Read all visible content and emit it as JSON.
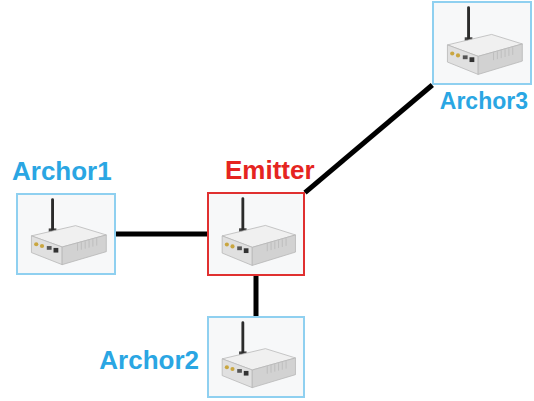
{
  "diagram": {
    "nodes": [
      {
        "text": [
          "Archor3"
        ]
      },
      {
        "text": [
          "Archor1"
        ]
      },
      {
        "text": [
          "Emitter"
        ]
      },
      {
        "text": [
          "Archor2"
        ]
      }
    ],
    "edges": [
      {
        "from": 1,
        "to": 2,
        "arrow": "none"
      },
      {
        "from": 2,
        "to": 3,
        "arrow": "none"
      },
      {
        "from": 2,
        "to": 0,
        "arrow": "none"
      }
    ]
  }
}
